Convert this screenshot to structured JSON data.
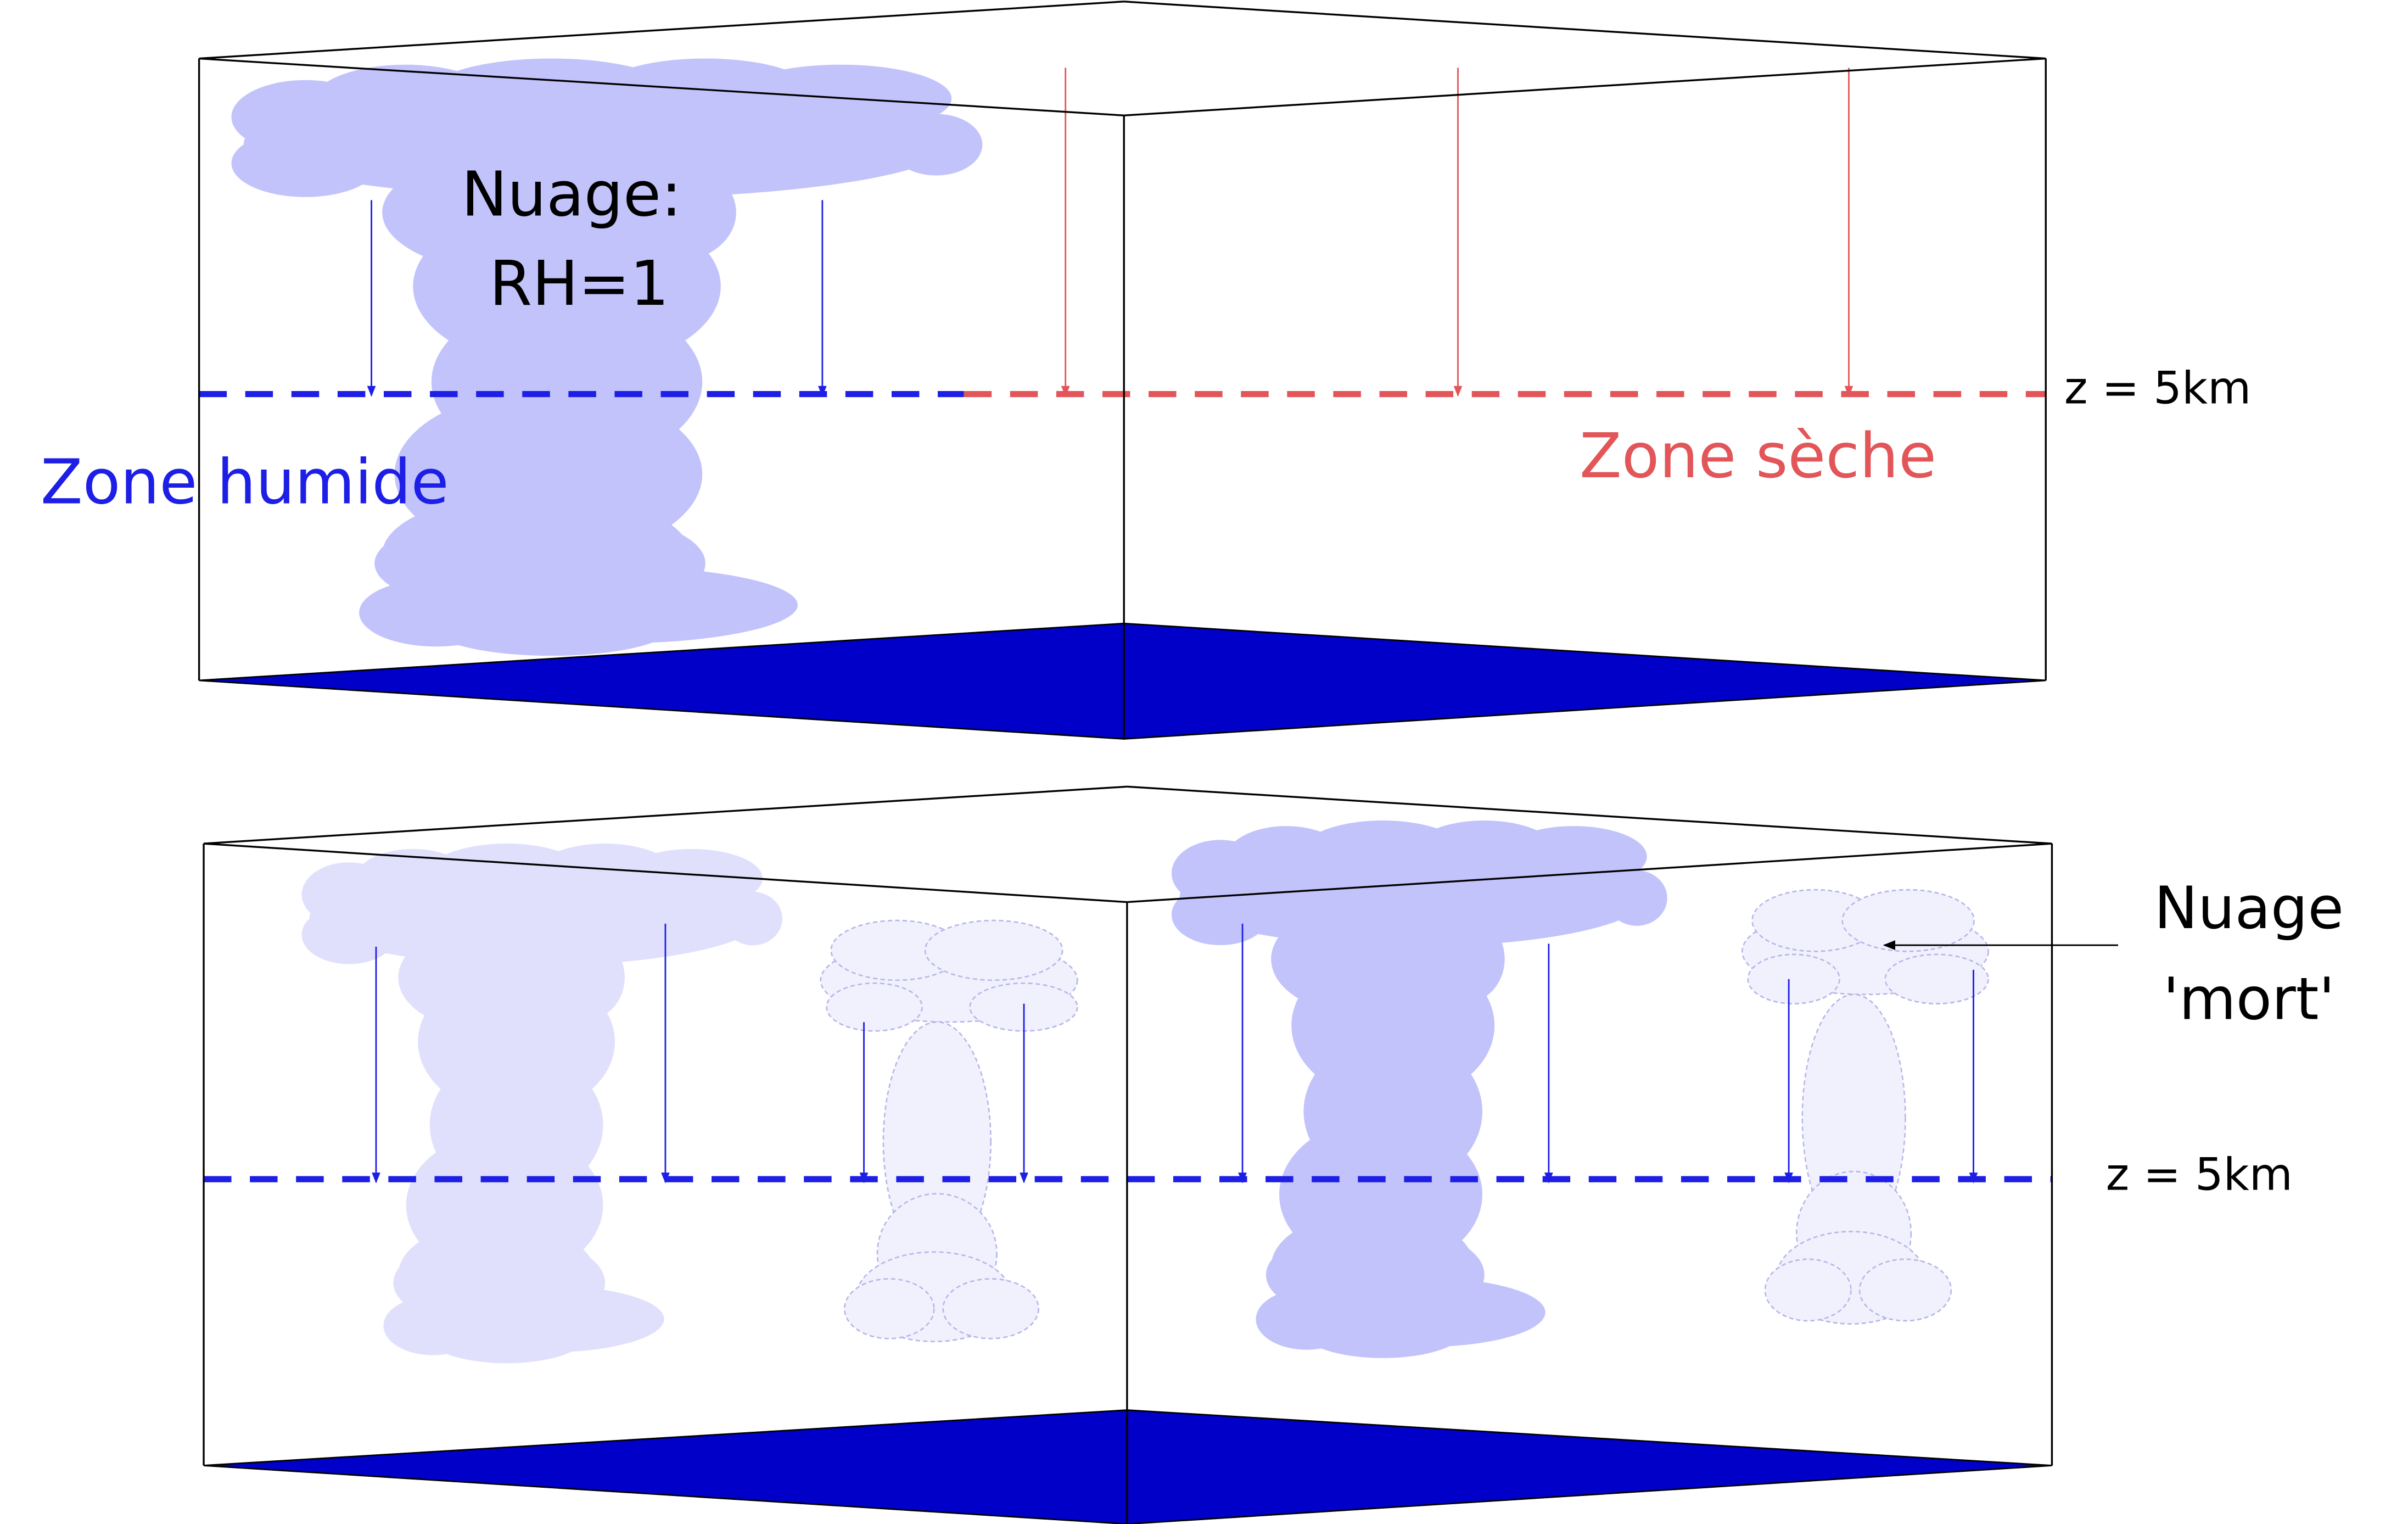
{
  "top_panel": {
    "cloud_label_line1": "Nuage:",
    "cloud_label_line2": "RH=1",
    "zone_humid_label": "Zone humide",
    "zone_dry_label": "Zone sèche",
    "level_label": "z = 5km"
  },
  "bottom_panel": {
    "dead_cloud_label_line1": "Nuage",
    "dead_cloud_label_line2": "'mort'",
    "level_label": "z = 5km"
  },
  "colors": {
    "ocean": "#0000c8",
    "cloud_active": "#c2c3fb",
    "cloud_fading": "#e0e0fd",
    "cloud_dead": "#f1f1fe",
    "humid": "#1d1ee6",
    "dry": "#e25558",
    "outline": "#000000"
  }
}
